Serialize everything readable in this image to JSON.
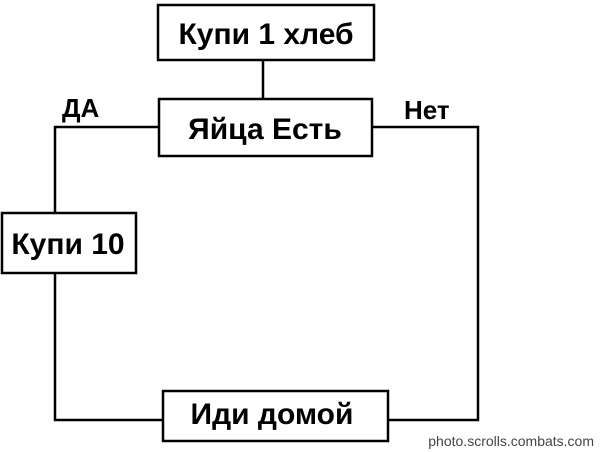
{
  "nodes": {
    "buy_bread": "Купи 1 хлеб",
    "eggs_exist": "Яйца Есть",
    "buy_ten": "Купи 10",
    "go_home": "Иди домой"
  },
  "edges": {
    "yes": "ДА",
    "no": "Нет"
  },
  "watermark": "photo.scrolls.combats.com",
  "colors": {
    "stroke": "#000000",
    "background": "#ffffff"
  }
}
